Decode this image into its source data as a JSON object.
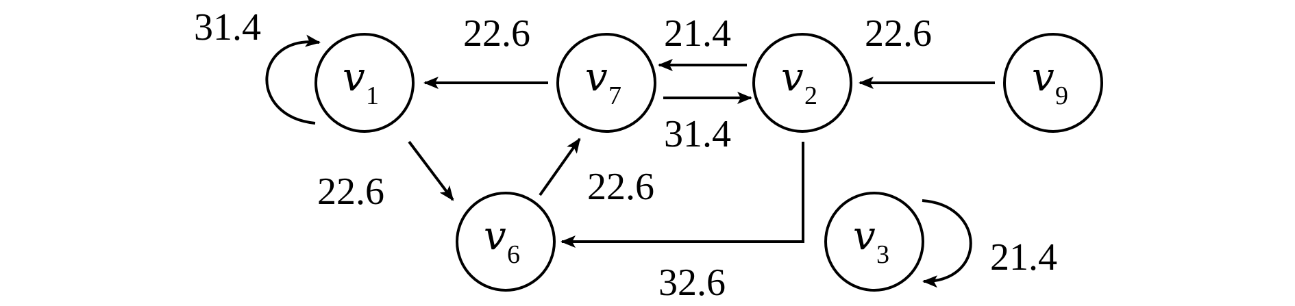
{
  "nodes": {
    "v1": {
      "symbol": "v",
      "index": "1"
    },
    "v7": {
      "symbol": "v",
      "index": "7"
    },
    "v2": {
      "symbol": "v",
      "index": "2"
    },
    "v9": {
      "symbol": "v",
      "index": "9"
    },
    "v6": {
      "symbol": "v",
      "index": "6"
    },
    "v3": {
      "symbol": "v",
      "index": "3"
    }
  },
  "edges": {
    "v1_loop": {
      "from": "v1",
      "to": "v1",
      "weight": "31.4"
    },
    "v7_to_v1": {
      "from": "v7",
      "to": "v1",
      "weight": "22.6"
    },
    "v2_to_v7": {
      "from": "v2",
      "to": "v7",
      "weight": "21.4"
    },
    "v7_to_v2": {
      "from": "v7",
      "to": "v2",
      "weight": "31.4"
    },
    "v9_to_v2": {
      "from": "v9",
      "to": "v2",
      "weight": "22.6"
    },
    "v1_to_v6": {
      "from": "v1",
      "to": "v6",
      "weight": "22.6"
    },
    "v6_to_v7": {
      "from": "v6",
      "to": "v7",
      "weight": "22.6"
    },
    "v2_to_v6": {
      "from": "v2",
      "to": "v6",
      "weight": "32.6"
    },
    "v3_loop": {
      "from": "v3",
      "to": "v3",
      "weight": "21.4"
    }
  },
  "colors": {
    "stroke": "#000000",
    "background": "#ffffff"
  }
}
